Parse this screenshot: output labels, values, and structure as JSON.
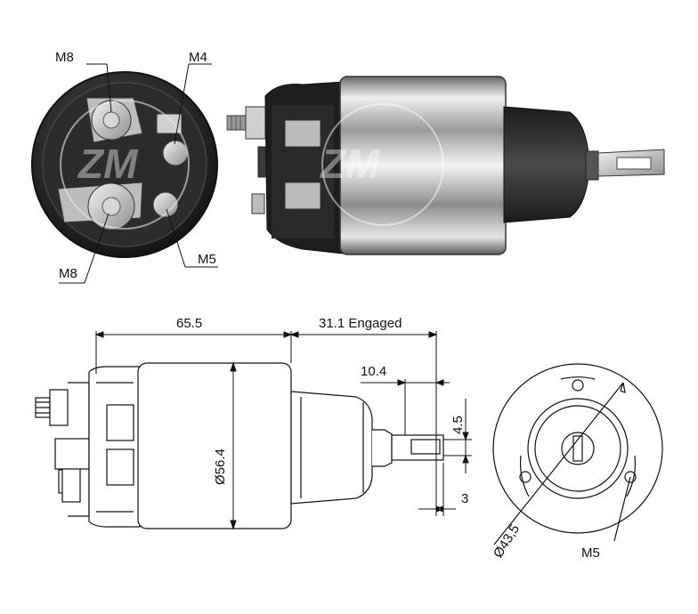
{
  "photo_labels": {
    "end_top_left": "M8",
    "end_top_right": "M4",
    "end_bottom_left": "M8",
    "end_bottom_right": "M5"
  },
  "dimensions": {
    "overall_length": "65.5",
    "engaged_travel": "31.1 Engaged",
    "body_diameter": "Ø56.4",
    "tab_length": "10.4",
    "tab_width": "4.5",
    "tab_thickness": "3",
    "bolt_circle": "Ø43,5",
    "mount_thread": "M5"
  },
  "colors": {
    "line": "#111111",
    "metal_dark": "#2a2a2a",
    "metal_light": "#d8d8d8"
  }
}
